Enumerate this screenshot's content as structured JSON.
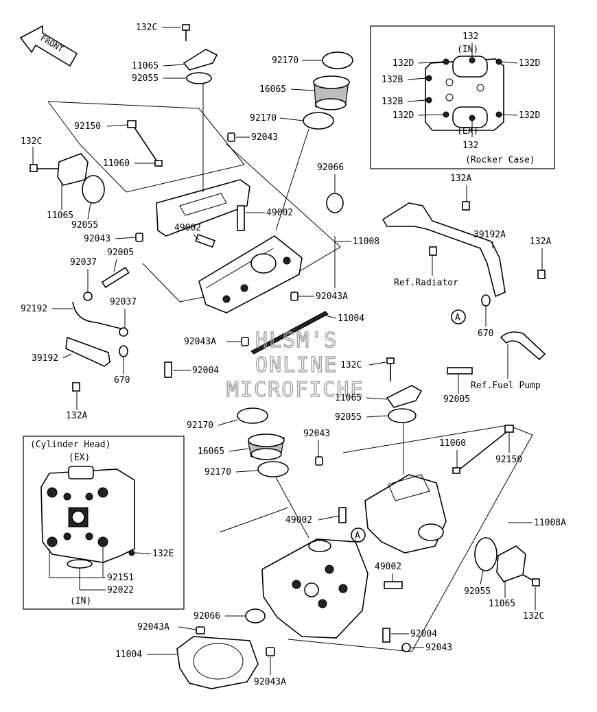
{
  "front_marker": "FRONT",
  "watermark": {
    "line1": "HLSM'S",
    "line2": "ONLINE",
    "line3": "MICROFICHE"
  },
  "rocker_case_inset": {
    "caption": "(Rocker Case)",
    "in_label": "(IN)",
    "ex_label": "(EX)",
    "labels": {
      "top": "132",
      "bottom": "132",
      "left_upper_d": "132D",
      "right_upper_d": "132D",
      "left_b1": "132B",
      "left_b2": "132B",
      "left_lower_d": "132D",
      "right_lower_d": "132D"
    }
  },
  "cylinder_head_inset": {
    "caption": "(Cylinder Head)",
    "ex_label": "(EX)",
    "in_label": "(IN)",
    "labels": {
      "e": "132E",
      "p1": "92151",
      "p2": "92022"
    }
  },
  "refs": {
    "radiator": "Ref.Radiator",
    "fuel_pump": "Ref.Fuel Pump"
  },
  "circle_marker": "A",
  "part_labels": {
    "l01": "132C",
    "l02": "11065",
    "l03": "92055",
    "l04": "92170",
    "l05": "16065",
    "l06": "92170",
    "l07": "92150",
    "l08": "92043",
    "l09": "132C",
    "l10": "11060",
    "l11": "92066",
    "l12": "11065",
    "l13": "92055",
    "l14": "49002",
    "l15": "49002",
    "l16": "92043",
    "l17": "11008",
    "l18": "92037",
    "l19": "92005",
    "l20": "92037",
    "l21": "92192",
    "l22": "92043A",
    "l23": "11004",
    "l24": "92043A",
    "l25": "39192",
    "l26": "670",
    "l27": "92004",
    "l28": "132A",
    "l29": "132A",
    "l30": "39192A",
    "l31": "132A",
    "l32": "670",
    "l33": "92005",
    "l34": "132C",
    "l35": "11065",
    "l36": "92055",
    "l37": "92170",
    "l38": "16065",
    "l39": "92170",
    "l40": "92043",
    "l41": "11060",
    "l42": "92150",
    "l43": "49002",
    "l44": "11008A",
    "l45": "49002",
    "l46": "92055",
    "l47": "11065",
    "l48": "132C",
    "l49": "92066",
    "l50": "92043A",
    "l51": "92004",
    "l52": "11004",
    "l53": "92043",
    "l54": "92043A"
  }
}
